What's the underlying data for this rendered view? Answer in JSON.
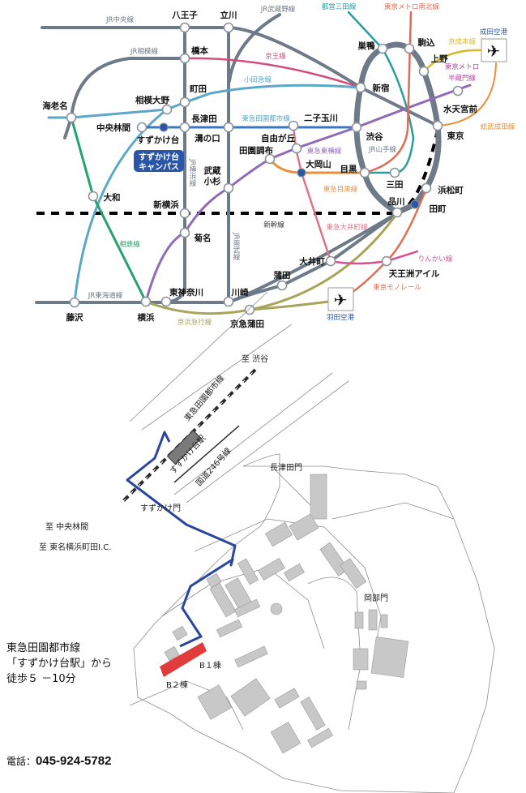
{
  "route_map": {
    "stations": [
      "八王子",
      "立川",
      "橋本",
      "町田",
      "相模大野",
      "海老名",
      "中央林間",
      "すずかけ台",
      "長津田",
      "溝の口",
      "自由が丘",
      "田園調布",
      "武蔵小杉",
      "二子玉川",
      "大岡山",
      "目黒",
      "三田",
      "渋谷",
      "新宿",
      "巣鴨",
      "駒込",
      "上野",
      "水天宮前",
      "東京",
      "浜松町",
      "田町",
      "品川",
      "大井町",
      "天王洲アイル",
      "蒲田",
      "京急蒲田",
      "川崎",
      "東神奈川",
      "横浜",
      "藤沢",
      "菊名",
      "新横浜",
      "大和"
    ],
    "lines": [
      "JR中央線",
      "JR相模線",
      "JR武蔵野線",
      "京王線",
      "小田急線",
      "東急田園都市線",
      "都営三田線",
      "東京メトロ南北線",
      "京成本線",
      "東京メトロ",
      "半蔵門線",
      "総武成田線",
      "東急東横線",
      "JR山手線",
      "東急目黒線",
      "新幹線",
      "東急大井町線",
      "りんかい線",
      "東京モノレール",
      "JR横浜線",
      "JR南武線",
      "相鉄線",
      "JR東海道線",
      "京浜急行線"
    ],
    "airports": [
      "成田空港",
      "羽田空港"
    ],
    "campus_label": [
      "すずかけ台",
      "キャンパス"
    ],
    "colors": {
      "jr": "#6e7a88",
      "odakyu": "#5aa7c8",
      "denen": "#3a78c4",
      "sotetsu": "#22a36b",
      "toyoko": "#8e6bb8",
      "meguro": "#e8913a",
      "oimachi": "#de7384",
      "mita": "#2a9d9a",
      "namboku": "#e06a55",
      "keisei": "#d9b92a",
      "keikyu": "#a8a55a",
      "keio": "#d0507a",
      "monorail": "#e0704f",
      "rinkai": "#d8508f",
      "campus": "#2a56a8"
    }
  },
  "campus_map": {
    "to_shibuya": "至 渋谷",
    "line_label": "東急田園都市線",
    "station_label": "すずかけ台駅",
    "road_label": "国道246号線",
    "gate_nagatsuta": "長津田門",
    "gate_suzukake": "すずかけ門",
    "gate_okabe": "岡部門",
    "to_chuorinkan": "至 中央林間",
    "to_ic": "至 東名横浜町田I.C.",
    "b1": "B１棟",
    "b2": "B２棟"
  },
  "access": {
    "line1": "東急田園都市線",
    "line2": "「すずかけ台駅」から",
    "line3": "徒歩５ －10分",
    "tel_label": "電話：",
    "tel": "045-924-5782"
  }
}
